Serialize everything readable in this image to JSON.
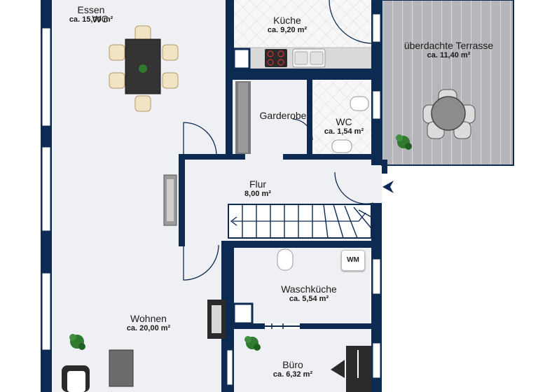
{
  "rooms": {
    "essen": {
      "name": "Essen",
      "area": "ca. 15,00 m²"
    },
    "essen_overlay": "WC",
    "kueche": {
      "name": "Küche",
      "area": "ca. 9,20 m²"
    },
    "terrasse": {
      "name": "überdachte Terrasse",
      "area": "ca. 11,40 m²"
    },
    "garderobe": {
      "name": "Garderobe"
    },
    "wc": {
      "name": "WC",
      "area": "ca. 1,54 m²"
    },
    "flur": {
      "name": "Flur",
      "area": "8,00 m²"
    },
    "waschkueche": {
      "name": "Waschküche",
      "area": "ca. 5,54 m²"
    },
    "wohnen": {
      "name": "Wohnen",
      "area": "ca. 20,00 m²"
    },
    "buero": {
      "name": "Büro",
      "area": "ca. 6,32 m²"
    }
  },
  "labels": {
    "wm": "WM"
  },
  "colors": {
    "wall": "#0d2b52",
    "floor": "#edeef1",
    "tile": "#f6f6f6",
    "terrace": "#b9b9bd",
    "counter": "#d8d8d8",
    "plant": "#2f7a2f"
  }
}
